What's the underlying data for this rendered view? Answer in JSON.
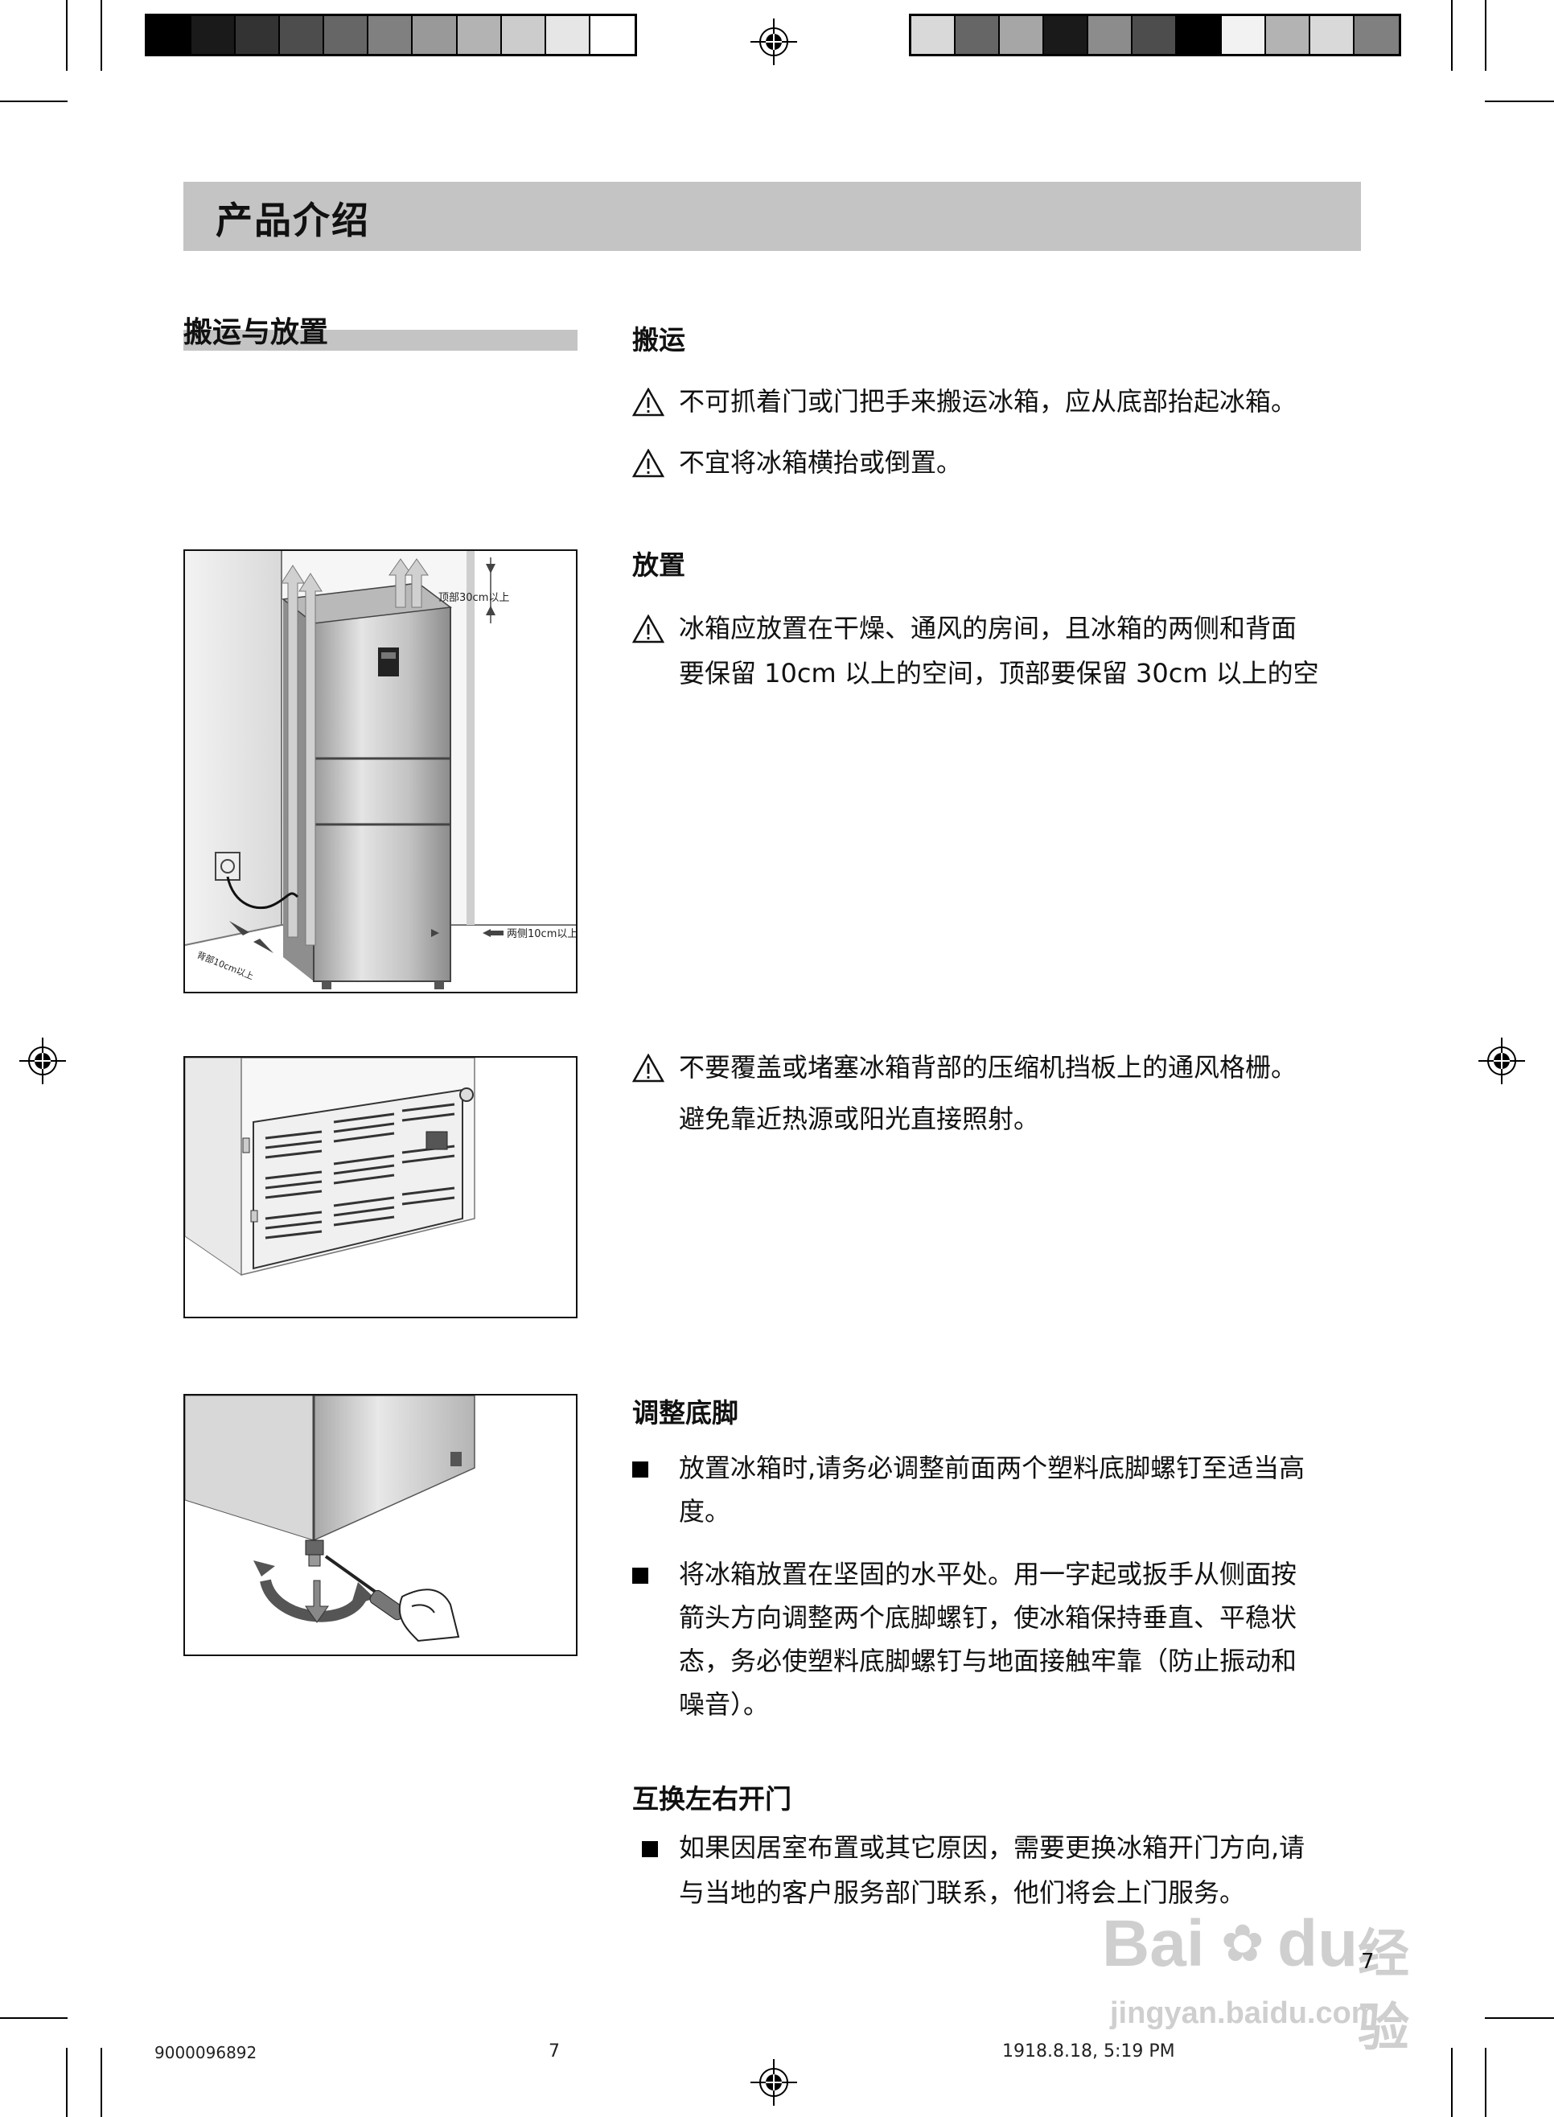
{
  "section": {
    "title": "产品介绍"
  },
  "subsection": {
    "title": "搬运与放置"
  },
  "transport": {
    "heading": "搬运",
    "warnings": [
      "不可抓着门或门把手来搬运冰箱，应从底部抬起冰箱。",
      "不宜将冰箱横抬或倒置。"
    ]
  },
  "placement": {
    "heading": "放置",
    "warning_lines": [
      "冰箱应放置在干燥、通风的房间，且冰箱的两侧和背面",
      "要保留 10cm 以上的空间，顶部要保留 30cm 以上的空"
    ],
    "figure_labels": {
      "top": "顶部30cm以上",
      "side_right": "两侧10cm以上",
      "side_left": "背部10cm以上"
    }
  },
  "ventilation": {
    "warning_lines": [
      "不要覆盖或堵塞冰箱背部的压缩机挡板上的通风格栅。",
      "避免靠近热源或阳光直接照射。"
    ]
  },
  "feet": {
    "heading": "调整底脚",
    "items": [
      [
        "放置冰箱时,请务必调整前面两个塑料底脚螺钉至适当高",
        "度。"
      ],
      [
        "将冰箱放置在坚固的水平处。用一字起或扳手从侧面按",
        "箭头方向调整两个底脚螺钉，使冰箱保持垂直、平稳状",
        "态，务必使塑料底脚螺钉与地面接触牢靠（防止振动和",
        "噪音）。"
      ]
    ]
  },
  "door": {
    "heading": "互换左右开门",
    "item_lines": [
      "如果因居室布置或其它原因，需要更换冰箱开门方向,请",
      "与当地的客户服务部门联系，他们将会上门服务。"
    ]
  },
  "page_number": "7",
  "footer": {
    "code": "9000096892",
    "page": "7",
    "timestamp": "1918.8.18, 5:19 PM"
  },
  "watermark": {
    "brand": "Bai",
    "brand_suffix": "du",
    "cn": "经验",
    "url": "jingyan.baidu.com"
  },
  "color_bars": {
    "left": [
      "#000000",
      "#1a1a1a",
      "#333333",
      "#4d4d4d",
      "#666666",
      "#808080",
      "#999999",
      "#b3b3b3",
      "#cccccc",
      "#e6e6e6",
      "#ffffff"
    ],
    "right": [
      "#d9d9d9",
      "#666666",
      "#a6a6a6",
      "#1a1a1a",
      "#8c8c8c",
      "#4d4d4d",
      "#000000",
      "#f2f2f2",
      "#b3b3b3",
      "#d9d9d9",
      "#808080"
    ]
  }
}
